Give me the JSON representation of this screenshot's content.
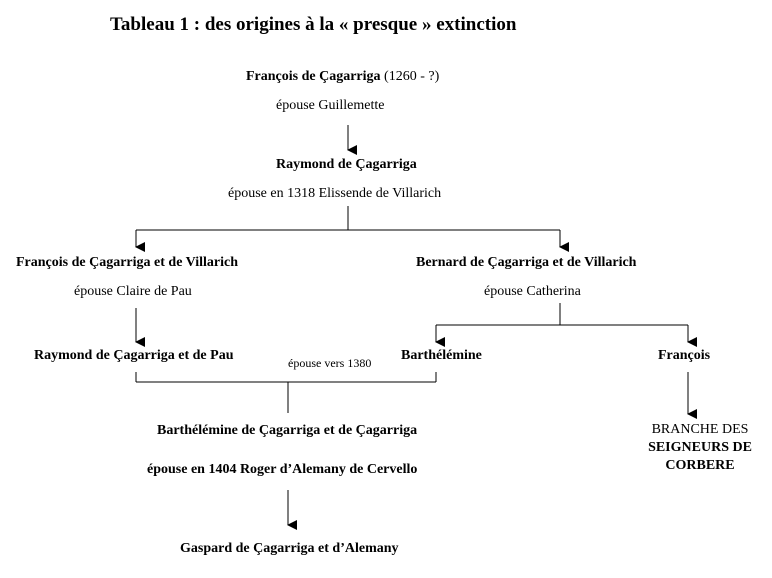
{
  "title": "Tableau 1 : des origines à la « presque » extinction",
  "francois_1": {
    "name": "François de Çagarriga",
    "dates": "(1260 - ?)",
    "spouse": "épouse Guillemette"
  },
  "raymond_1": {
    "name": "Raymond de Çagarriga",
    "spouse": "épouse en 1318 Elissende de Villarich"
  },
  "francois_2": {
    "name": "François de Çagarriga et de Villarich",
    "spouse": "épouse Claire de Pau"
  },
  "bernard": {
    "name": "Bernard de Çagarriga et de Villarich",
    "spouse": "épouse Catherina"
  },
  "raymond_2": {
    "name": "Raymond de Çagarriga et de Pau"
  },
  "marriage_label": "épouse vers 1380",
  "barthelemine_1": {
    "name": "Barthélémine"
  },
  "francois_3": {
    "name": "François"
  },
  "barthelemine_2": {
    "name": "Barthélémine de Çagarriga et de Çagarriga",
    "spouse": "épouse en 1404 Roger d’Alemany de Cervello"
  },
  "branch": {
    "line1": "BRANCHE DES",
    "line2": "SEIGNEURS DE",
    "line3": "CORBERE"
  },
  "gaspard": {
    "name": "Gaspard de Çagarriga et d’Alemany"
  }
}
